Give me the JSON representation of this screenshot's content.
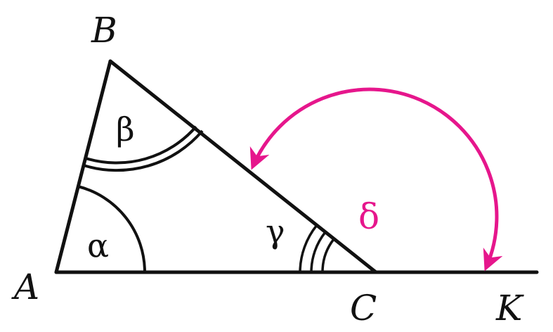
{
  "vertices": {
    "a": "A",
    "b": "B",
    "c": "C",
    "k": "K"
  },
  "angles": {
    "alpha": "α",
    "beta": "β",
    "gamma": "γ",
    "delta": "δ"
  },
  "colors": {
    "line": "#111111",
    "accent": "#e6168c"
  }
}
